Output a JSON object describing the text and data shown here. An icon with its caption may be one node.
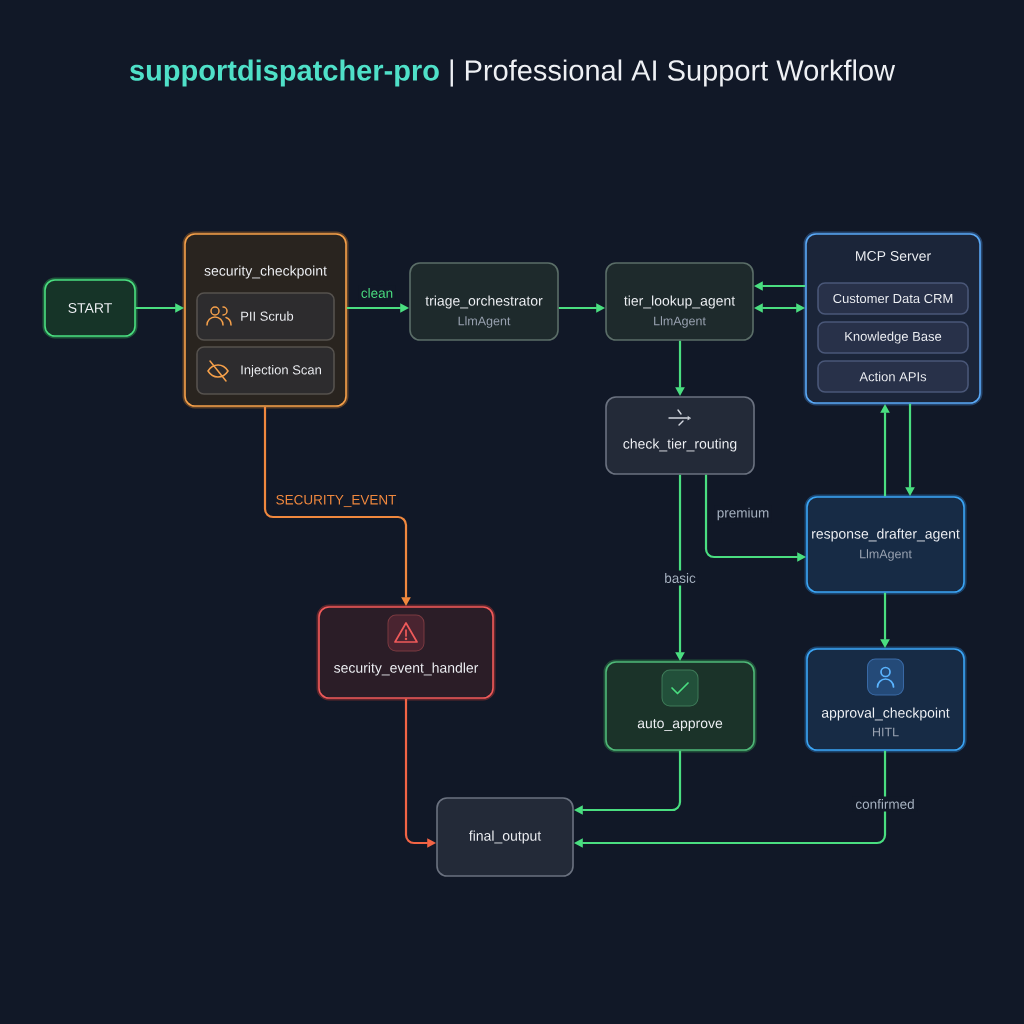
{
  "diagram": {
    "title": "**supportdispatcher-pro** | Professional AI Support Workflow",
    "nodes": [
      {
        "text": [
          "START"
        ]
      },
      {
        "text": [
          "security_checkpoint"
        ]
      },
      {
        "text": [
          "PII Scrub"
        ],
        "in": 1
      },
      {
        "text": [
          "Injection Scan"
        ],
        "in": 1
      },
      {
        "text": [
          "triage_orchestrator",
          "LlmAgent"
        ]
      },
      {
        "text": [
          "tier_lookup_agent",
          "LlmAgent"
        ]
      },
      {
        "text": [
          "MCP Server"
        ]
      },
      {
        "text": [
          "Customer Data CRM"
        ],
        "in": 6
      },
      {
        "text": [
          "Knowledge Base"
        ],
        "in": 6
      },
      {
        "text": [
          "Action APIs"
        ],
        "in": 6
      },
      {
        "text": [
          "check_tier_routing"
        ]
      },
      {
        "text": [
          "response_drafter_agent",
          "LlmAgent"
        ]
      },
      {
        "text": [
          "security_event_handler"
        ]
      },
      {
        "text": [
          "auto_approve"
        ]
      },
      {
        "text": [
          "approval_checkpoint",
          "HITL"
        ]
      },
      {
        "text": [
          "final_output"
        ]
      }
    ],
    "edges": [
      {
        "from": 0,
        "to": 1,
        "arrow": "to"
      },
      {
        "from": 1,
        "to": 4,
        "arrow": "to",
        "label": "clean"
      },
      {
        "from": 4,
        "to": 5,
        "arrow": "to"
      },
      {
        "from": 6,
        "to": 5,
        "arrow": "to"
      },
      {
        "from": 5,
        "to": 6,
        "arrow": "both"
      },
      {
        "from": 5,
        "to": 10,
        "arrow": "to"
      },
      {
        "from": 10,
        "to": 13,
        "arrow": "to",
        "label": "basic"
      },
      {
        "from": 10,
        "to": 11,
        "arrow": "to",
        "label": "premium"
      },
      {
        "from": 11,
        "to": 6,
        "arrow": "to"
      },
      {
        "from": 6,
        "to": 11,
        "arrow": "to"
      },
      {
        "from": 1,
        "to": 12,
        "arrow": "to",
        "label": "SECURITY_EVENT",
        "color": "#f0883e"
      },
      {
        "from": 12,
        "to": 15,
        "arrow": "to",
        "color": "#f26445"
      },
      {
        "from": 13,
        "to": 15,
        "arrow": "to"
      },
      {
        "from": 11,
        "to": 14,
        "arrow": "to"
      },
      {
        "from": 14,
        "to": 15,
        "arrow": "to",
        "label": "confirmed"
      }
    ]
  }
}
